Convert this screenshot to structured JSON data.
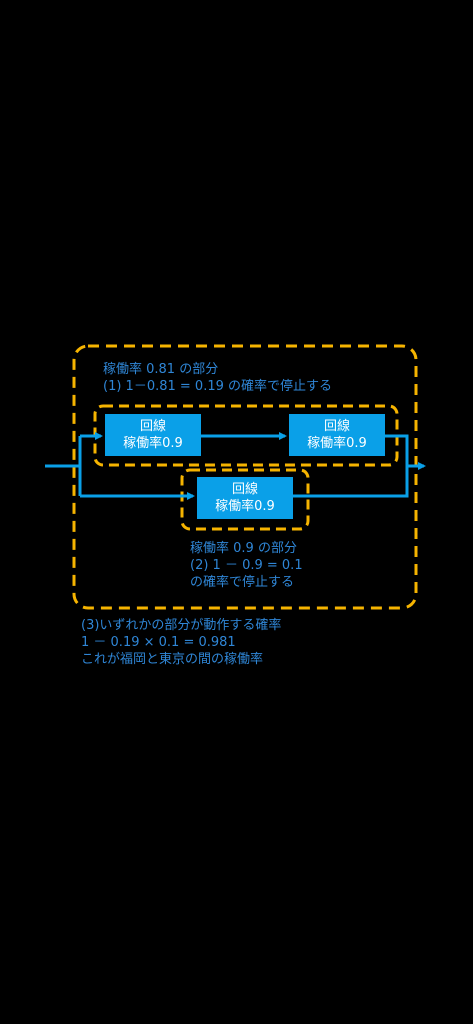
{
  "colors": {
    "background": "#000000",
    "line": "#0aa0e8",
    "dash": "#f6b400",
    "text": "#2f86d6",
    "box_text": "#ffffff"
  },
  "diagram": {
    "box_a": {
      "line1": "回線",
      "line2": "稼働率0.9"
    },
    "box_b": {
      "line1": "回線",
      "line2": "稼働率0.9"
    },
    "box_c": {
      "line1": "回線",
      "line2": "稼働率0.9"
    },
    "series_label": {
      "line1": "稼働率 0.81 の部分",
      "line2": "(1) 1－0.81 = 0.19 の確率で停止する"
    },
    "single_label": {
      "line1": "稼働率 0.9 の部分",
      "line2": "(2) 1 － 0.9 = 0.1",
      "line3": "の確率で停止する"
    },
    "result_label": {
      "line1": "(3)いずれかの部分が動作する確率",
      "line2": "1 － 0.19 × 0.1 = 0.981",
      "line3": "これが福岡と東京の間の稼働率"
    }
  }
}
